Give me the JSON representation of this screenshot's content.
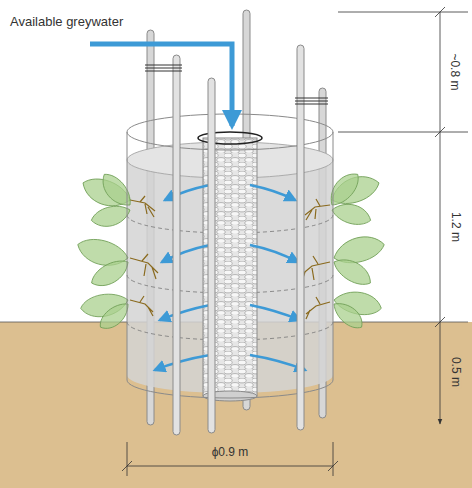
{
  "diagram": {
    "labels": [
      "Available greywater",
      "~0.8 m",
      "1.2 m",
      "0.5 m",
      "ϕ0.9 m"
    ]
  }
}
